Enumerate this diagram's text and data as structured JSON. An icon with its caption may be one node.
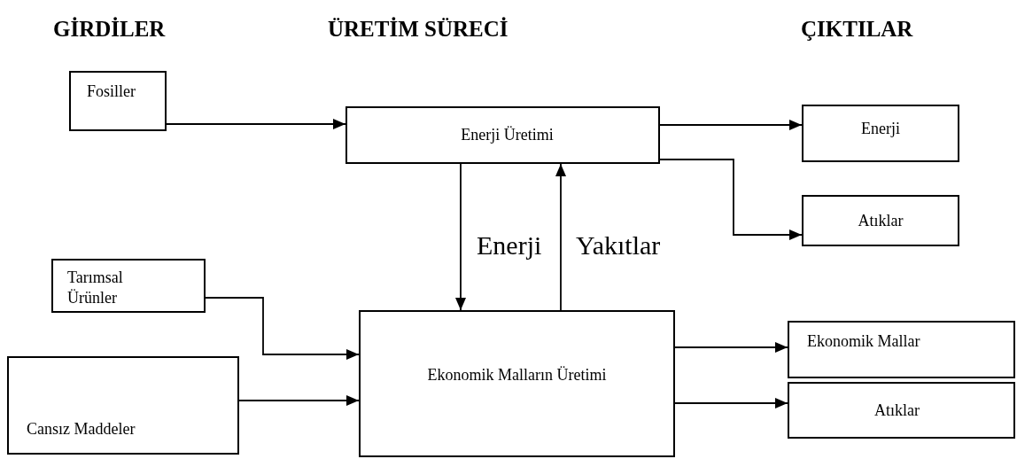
{
  "diagram": {
    "nodes": [
      {
        "text": [
          "Fosiller"
        ]
      },
      {
        "text": [
          "Enerji Üretimi"
        ]
      },
      {
        "text": [
          "Enerji"
        ]
      },
      {
        "text": [
          "Atıklar"
        ]
      },
      {
        "text": [
          "Tarımsal Ürünler"
        ]
      },
      {
        "text": [
          "Cansız Maddeler"
        ]
      },
      {
        "text": [
          "Ekonomik Malların Üretimi"
        ]
      },
      {
        "text": [
          "Ekonomik Mallar"
        ]
      },
      {
        "text": [
          "Atıklar"
        ]
      }
    ],
    "edges": [
      {
        "from": 0,
        "to": 1,
        "arrow": "to"
      },
      {
        "from": 1,
        "to": 2,
        "arrow": "to"
      },
      {
        "from": 1,
        "to": 3,
        "arrow": "to"
      },
      {
        "from": 1,
        "to": 6,
        "arrow": "to",
        "label": "Enerji"
      },
      {
        "from": 6,
        "to": 1,
        "arrow": "to",
        "label": "Yakıtlar"
      },
      {
        "from": 4,
        "to": 6,
        "arrow": "to"
      },
      {
        "from": 5,
        "to": 6,
        "arrow": "to"
      },
      {
        "from": 6,
        "to": 7,
        "arrow": "to"
      },
      {
        "from": 6,
        "to": 8,
        "arrow": "to"
      }
    ],
    "labels": [
      "GİRDİLER",
      "ÜRETİM SÜRECİ",
      "ÇIKTILAR"
    ]
  }
}
